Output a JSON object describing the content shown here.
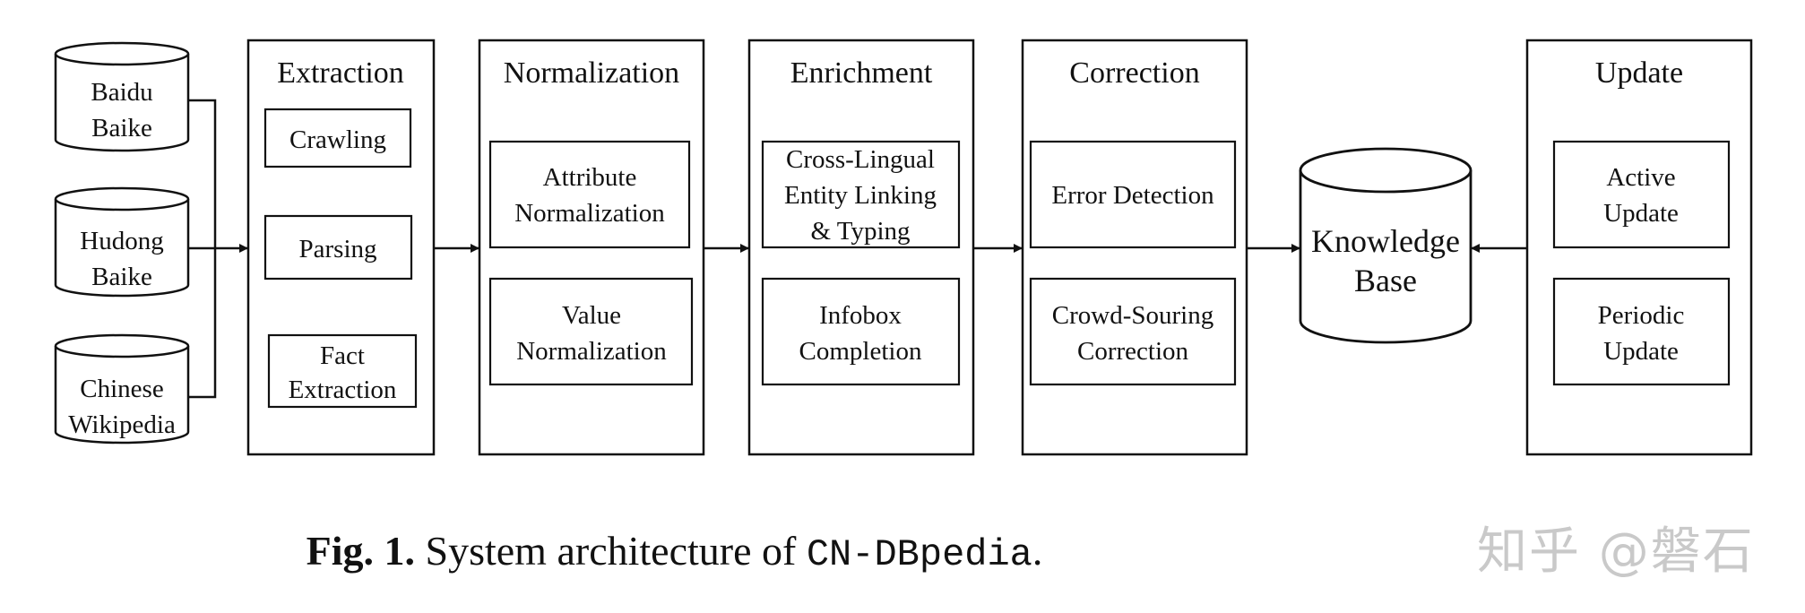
{
  "sources": [
    {
      "id": "baidu",
      "lines": [
        "Baidu",
        "Baike"
      ]
    },
    {
      "id": "hudong",
      "lines": [
        "Hudong",
        "Baike"
      ]
    },
    {
      "id": "wiki",
      "lines": [
        "Chinese",
        "Wikipedia"
      ]
    }
  ],
  "stages": [
    {
      "id": "extraction",
      "title": "Extraction",
      "steps": [
        [
          "Crawling"
        ],
        [
          "Parsing"
        ],
        [
          "Fact",
          "Extraction"
        ]
      ]
    },
    {
      "id": "normalization",
      "title": "Normalization",
      "steps": [
        [
          "Attribute",
          "Normalization"
        ],
        [
          "Value",
          "Normalization"
        ]
      ]
    },
    {
      "id": "enrichment",
      "title": "Enrichment",
      "steps": [
        [
          "Cross-Lingual",
          "Entity Linking",
          "& Typing"
        ],
        [
          "Infobox",
          "Completion"
        ]
      ]
    },
    {
      "id": "correction",
      "title": "Correction",
      "steps": [
        [
          "Error Detection"
        ],
        [
          "Crowd-Souring",
          "Correction"
        ]
      ]
    },
    {
      "id": "update",
      "title": "Update",
      "steps": [
        [
          "Active",
          "Update"
        ],
        [
          "Periodic",
          "Update"
        ]
      ]
    }
  ],
  "knowledge_base": {
    "lines": [
      "Knowledge",
      "Base"
    ]
  },
  "caption": {
    "label": "Fig. 1.",
    "text": "System architecture of",
    "system": "CN-DBpedia",
    "end": "."
  },
  "watermark": "知乎 @磐石"
}
